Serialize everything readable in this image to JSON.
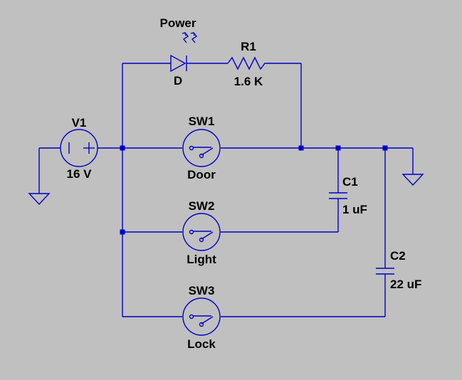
{
  "schematic": {
    "led": {
      "label": "Power",
      "ref": "D"
    },
    "r1": {
      "ref": "R1",
      "value": "1.6 K"
    },
    "v1": {
      "ref": "V1",
      "value": "16 V"
    },
    "sw1": {
      "ref": "SW1",
      "value": "Door"
    },
    "sw2": {
      "ref": "SW2",
      "value": "Light"
    },
    "sw3": {
      "ref": "SW3",
      "value": "Lock"
    },
    "c1": {
      "ref": "C1",
      "value": "1 uF"
    },
    "c2": {
      "ref": "C2",
      "value": "22 uF"
    }
  },
  "colors": {
    "background": "#c0c0c0",
    "wire": "#0000c8",
    "text": "#000000"
  }
}
